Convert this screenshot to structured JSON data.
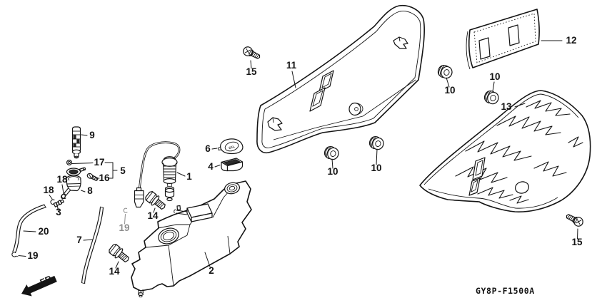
{
  "diagram": {
    "code": "GY8P-F1500A",
    "fr_label": "FR.",
    "oil_cap_text": "OIL",
    "labels": [
      {
        "text": "1"
      },
      {
        "text": "2"
      },
      {
        "text": "3"
      },
      {
        "text": "4"
      },
      {
        "text": "5"
      },
      {
        "text": "6"
      },
      {
        "text": "7"
      },
      {
        "text": "8"
      },
      {
        "text": "9"
      },
      {
        "text": "10"
      },
      {
        "text": "10"
      },
      {
        "text": "10"
      },
      {
        "text": "10"
      },
      {
        "text": "11"
      },
      {
        "text": "12"
      },
      {
        "text": "13"
      },
      {
        "text": "14"
      },
      {
        "text": "14"
      },
      {
        "text": "15"
      },
      {
        "text": "15"
      },
      {
        "text": "16"
      },
      {
        "text": "17"
      },
      {
        "text": "18"
      },
      {
        "text": "18"
      },
      {
        "text": "19"
      },
      {
        "text": "19"
      },
      {
        "text": "20"
      }
    ]
  }
}
